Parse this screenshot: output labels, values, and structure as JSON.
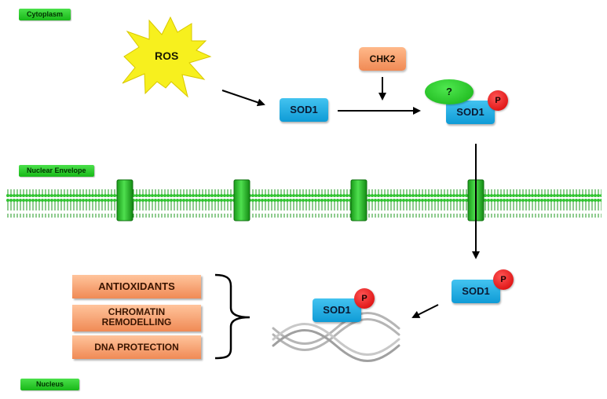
{
  "regions": {
    "cytoplasm": "Cytoplasm",
    "nuclear_envelope": "Nuclear Envelope",
    "nucleus": "Nucleus"
  },
  "nodes": {
    "ros": "ROS",
    "chk2": "CHK2",
    "sod1_cytoplasm": "SOD1",
    "unknown_partner": "?",
    "sod1_phosphorylated": "SOD1",
    "phospho_1": "P",
    "sod1_imported": "SOD1",
    "phospho_2": "P",
    "sod1_dna_bound": "SOD1",
    "phospho_3": "P"
  },
  "outcomes": [
    "ANTIOXIDANTS",
    "CHROMATIN REMODELLING",
    "DNA PROTECTION"
  ],
  "colors": {
    "sod1": "#1ea9e1",
    "phosphate": "#e60000",
    "chk2": "#f79a68",
    "unknown_partner": "#22c922",
    "membrane": "#2bbf2b",
    "region_tag": "#22c922",
    "outcome_box": "#f4996a",
    "ros_burst": "#f7f01e"
  },
  "icons": [
    "ros-burst-icon",
    "membrane-bilayer-icon",
    "nuclear-pore-icon",
    "dna-helix-icon",
    "curly-brace-icon"
  ]
}
